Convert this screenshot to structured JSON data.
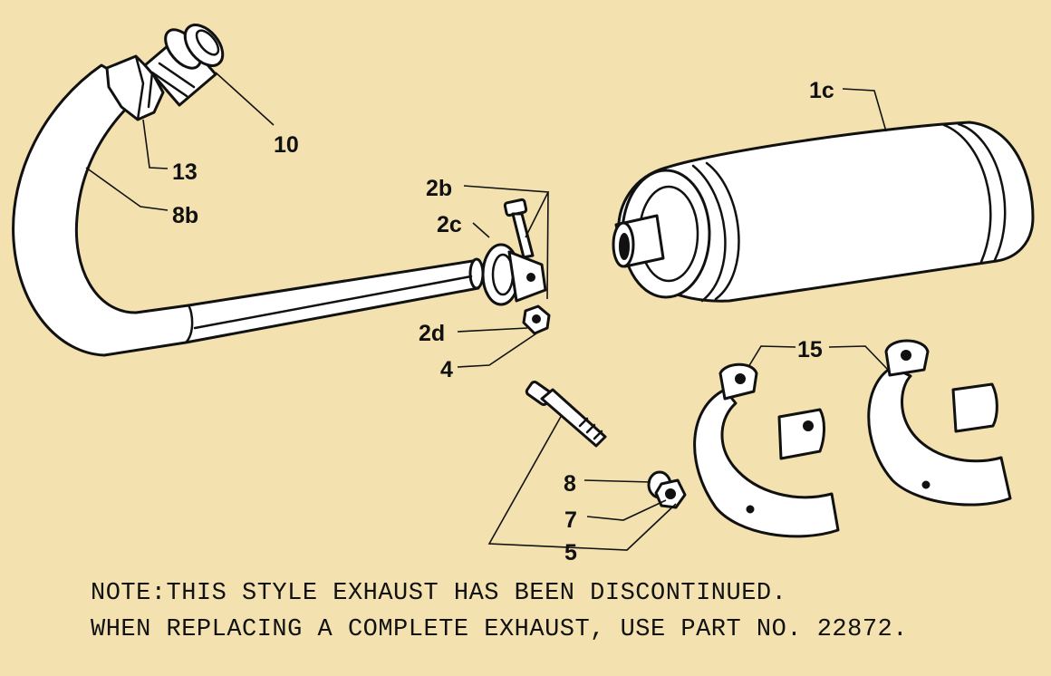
{
  "callouts": {
    "c10": "10",
    "c13": "13",
    "c8b": "8b",
    "c2b": "2b",
    "c2c": "2c",
    "c2d": "2d",
    "c4": "4",
    "c1c": "1c",
    "c15": "15",
    "c8": "8",
    "c7": "7",
    "c5": "5"
  },
  "note": {
    "line1": "NOTE:THIS STYLE EXHAUST HAS BEEN DISCONTINUED.",
    "line2": "WHEN REPLACING A COMPLETE EXHAUST, USE PART NO. 22872."
  },
  "colors": {
    "background": "#f3e2b0",
    "ink": "#111111",
    "part_fill": "#ffffff"
  }
}
